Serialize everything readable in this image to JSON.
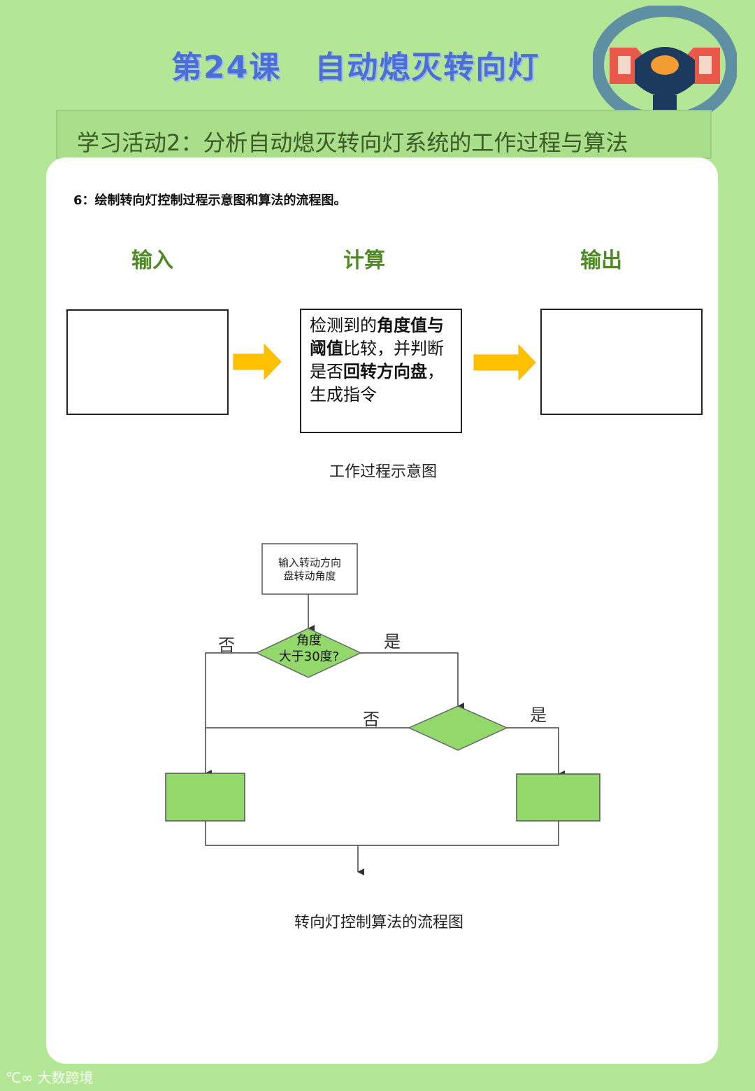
{
  "header": {
    "lesson_number": "第24课",
    "lesson_title": "自动熄灭转向灯",
    "activity": "学习活动2：分析自动熄灭转向灯系统的工作过程与算法"
  },
  "content": {
    "question": "6：绘制转向灯控制过程示意图和算法的流程图。",
    "stages": {
      "input": "输入",
      "compute": "计算",
      "output": "输出"
    },
    "compute_box": {
      "t1": "检测到的",
      "b1": "角度值",
      "b2": "与阈值",
      "t2": "比较，并判断是否",
      "b3": "回转方向盘",
      "t3": "，生成指令"
    },
    "process_caption": "工作过程示意图",
    "flowchart": {
      "start_line1": "输入转动方向",
      "start_line2": "盘转动角度",
      "decision_line1": "角度",
      "decision_line2": "大于30度?",
      "no1": "否",
      "yes1": "是",
      "no2": "否",
      "yes2": "是"
    },
    "flow_caption": "转向灯控制算法的流程图"
  },
  "watermark": "大数跨境",
  "colors": {
    "page_bg": "#b4e795",
    "title_blue": "#4a6fd6",
    "stage_green": "#4f8a24",
    "arrow_yellow": "#ffc000",
    "flow_green": "#92d86a"
  }
}
